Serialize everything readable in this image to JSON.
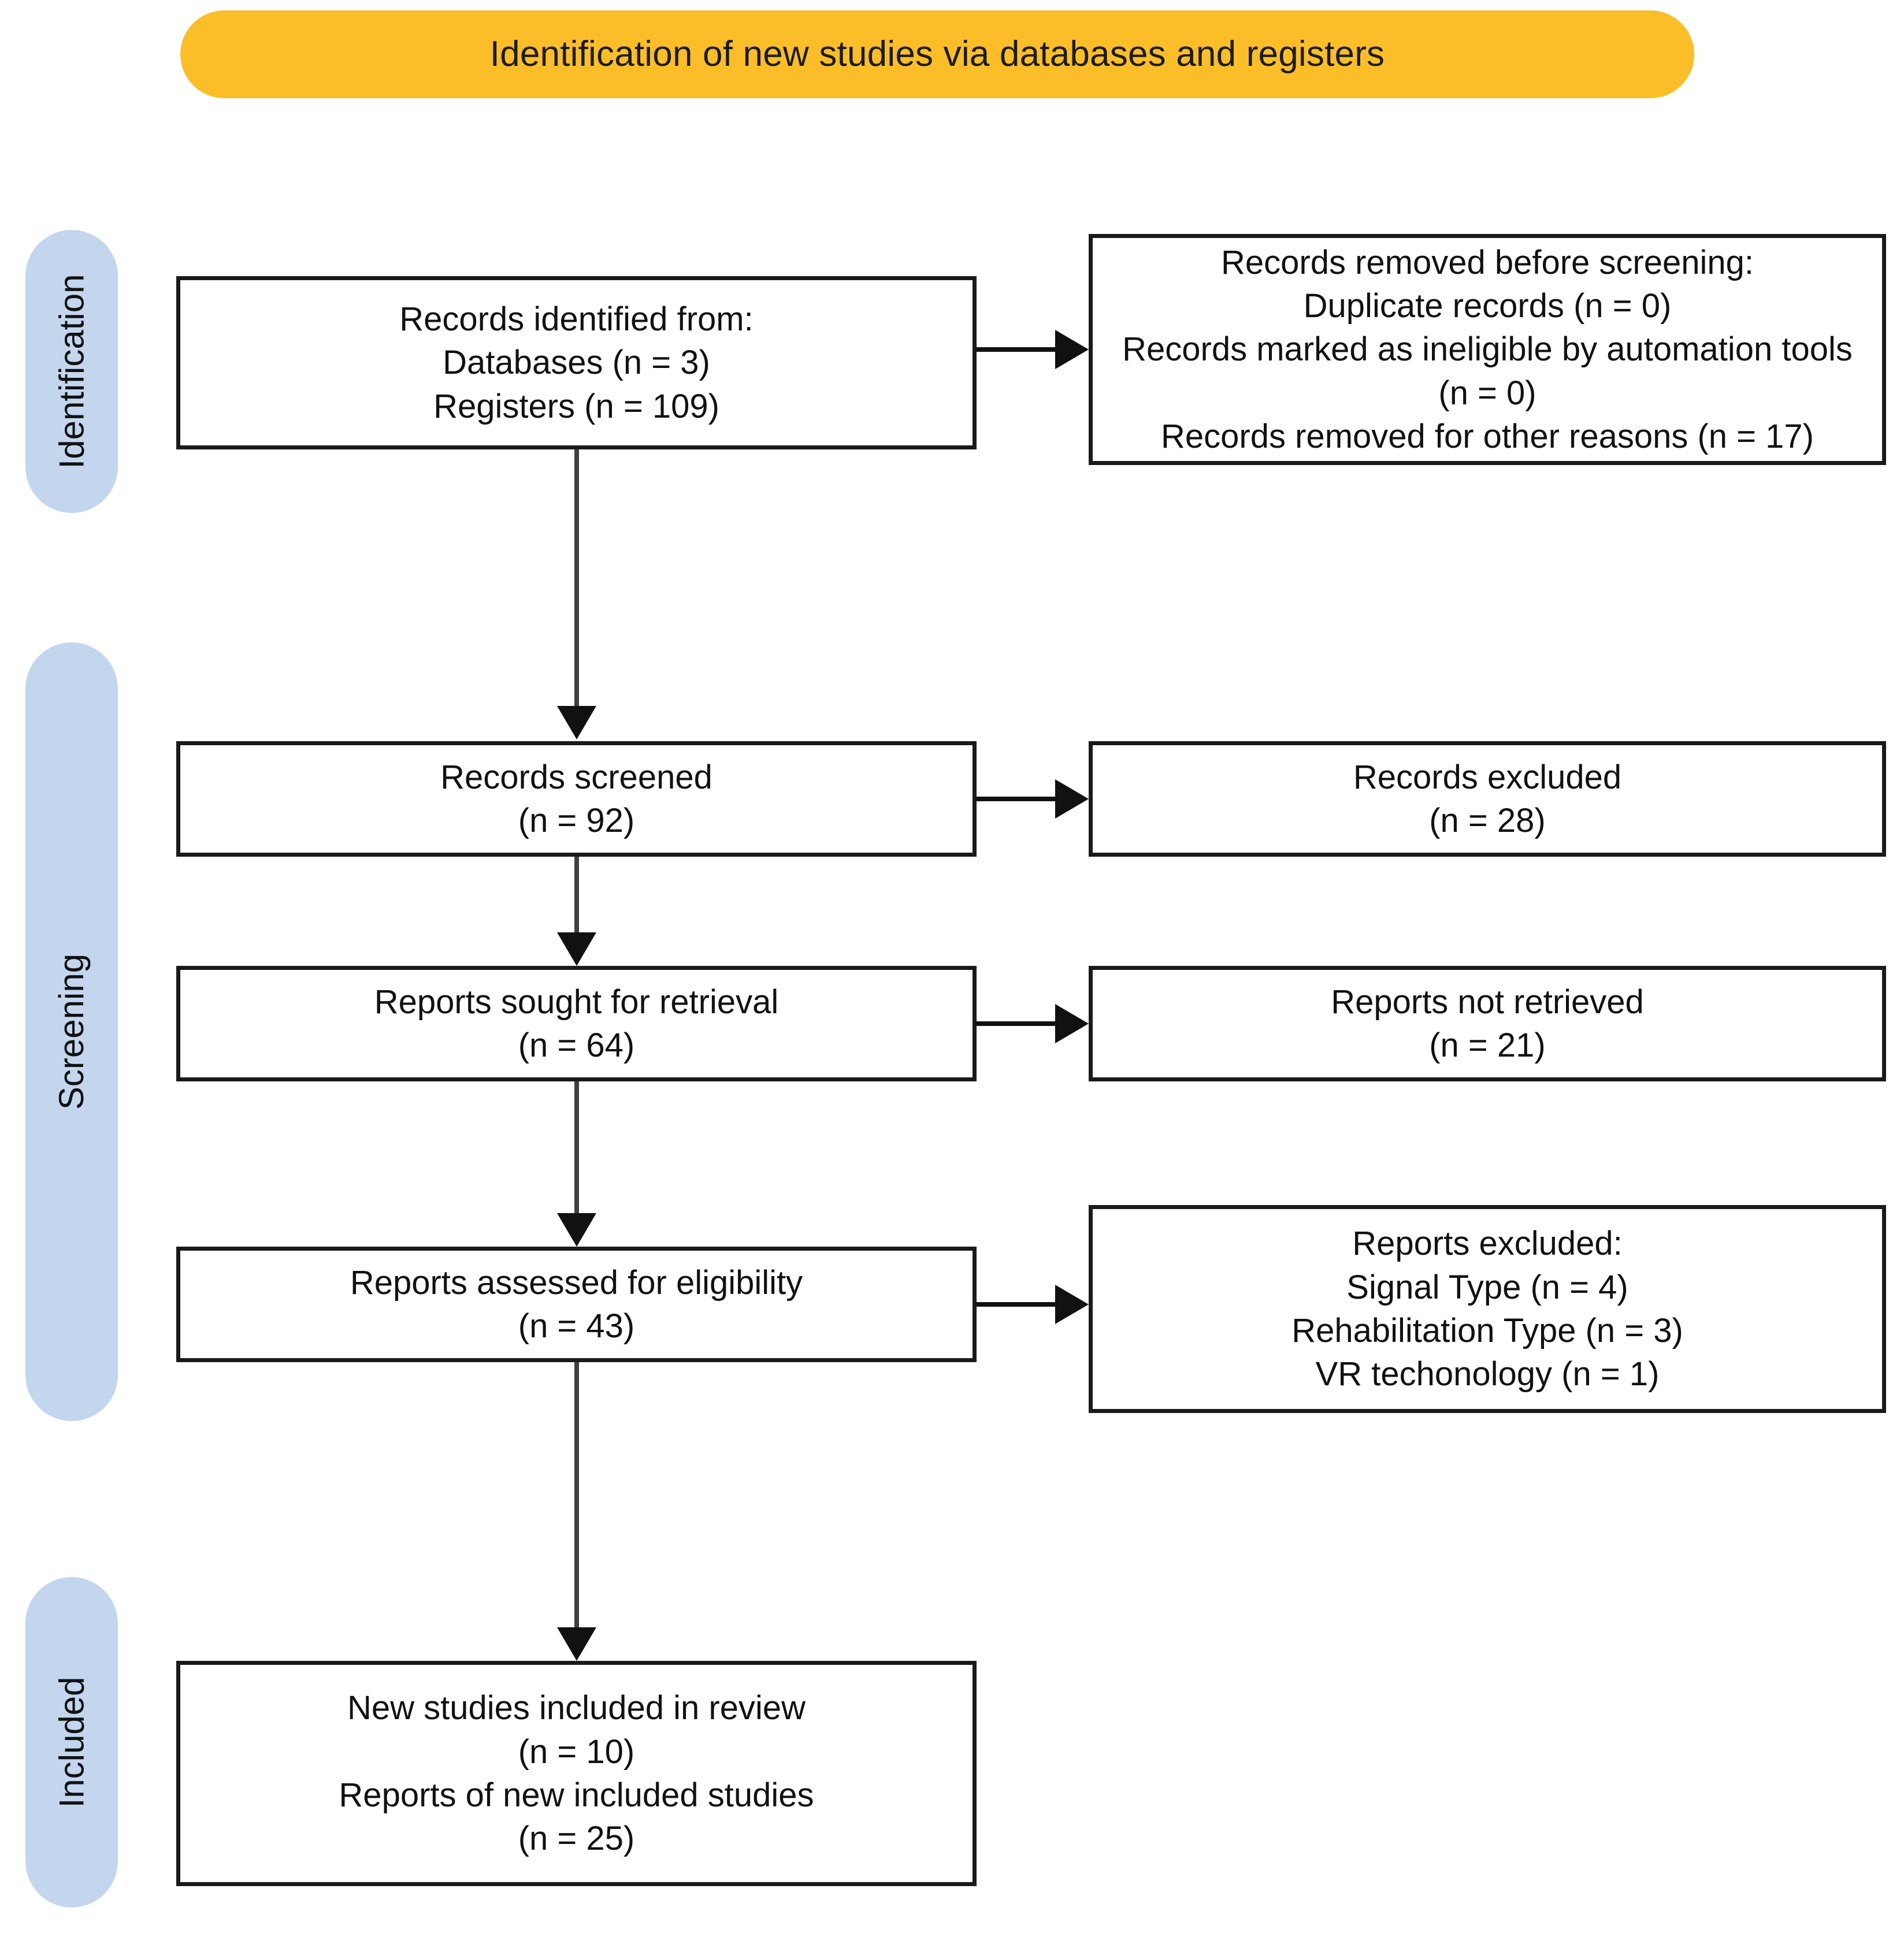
{
  "banner": {
    "title": "Identification of new studies via databases and registers",
    "color": "#FBBE28"
  },
  "stages": {
    "color": "#C3D6EE",
    "identification": "Identification",
    "screening": "Screening",
    "included": "Included"
  },
  "boxes": {
    "identified": "Records identified from:\nDatabases (n = 3)\nRegisters (n = 109)",
    "removed_before_screening": "Records removed before screening:\nDuplicate records (n = 0)\nRecords marked as ineligible by automation tools (n = 0)\nRecords removed for other reasons (n = 17)",
    "records_screened": "Records screened\n(n = 92)",
    "records_excluded": "Records excluded\n(n = 28)",
    "reports_sought": "Reports sought for retrieval\n(n = 64)",
    "reports_not_retrieved": "Reports not retrieved\n(n = 21)",
    "reports_assessed": "Reports assessed for eligibility\n(n = 43)",
    "reports_excluded": "Reports excluded:\nSignal Type (n =  4)\nRehabilitation Type (n =  3)\nVR techonology (n = 1)",
    "new_studies_included": "New studies included in review\n(n = 10)\nReports of new included studies\n(n = 25)"
  },
  "chart_data": {
    "type": "diagram",
    "title": "Identification of new studies via databases and registers",
    "nodes": [
      {
        "id": "identified",
        "stage": "Identification",
        "label": "Records identified from",
        "values": {
          "Databases": 3,
          "Registers": 109
        }
      },
      {
        "id": "removed_before_screening",
        "stage": "Identification",
        "label": "Records removed before screening",
        "values": {
          "Duplicate records": 0,
          "Records marked as ineligible by automation tools": 0,
          "Records removed for other reasons": 17
        }
      },
      {
        "id": "records_screened",
        "stage": "Screening",
        "label": "Records screened",
        "values": {
          "n": 92
        }
      },
      {
        "id": "records_excluded",
        "stage": "Screening",
        "label": "Records excluded",
        "values": {
          "n": 28
        }
      },
      {
        "id": "reports_sought",
        "stage": "Screening",
        "label": "Reports sought for retrieval",
        "values": {
          "n": 64
        }
      },
      {
        "id": "reports_not_retrieved",
        "stage": "Screening",
        "label": "Reports not retrieved",
        "values": {
          "n": 21
        }
      },
      {
        "id": "reports_assessed",
        "stage": "Screening",
        "label": "Reports assessed for eligibility",
        "values": {
          "n": 43
        }
      },
      {
        "id": "reports_excluded",
        "stage": "Screening",
        "label": "Reports excluded",
        "values": {
          "Signal Type": 4,
          "Rehabilitation Type": 3,
          "VR techonology": 1
        }
      },
      {
        "id": "new_studies_included",
        "stage": "Included",
        "label": "New studies included in review",
        "values": {
          "New studies included in review": 10,
          "Reports of new included studies": 25
        }
      }
    ],
    "edges": [
      {
        "from": "identified",
        "to": "removed_before_screening",
        "direction": "right"
      },
      {
        "from": "identified",
        "to": "records_screened",
        "direction": "down"
      },
      {
        "from": "records_screened",
        "to": "records_excluded",
        "direction": "right"
      },
      {
        "from": "records_screened",
        "to": "reports_sought",
        "direction": "down"
      },
      {
        "from": "reports_sought",
        "to": "reports_not_retrieved",
        "direction": "right"
      },
      {
        "from": "reports_sought",
        "to": "reports_assessed",
        "direction": "down"
      },
      {
        "from": "reports_assessed",
        "to": "reports_excluded",
        "direction": "right"
      },
      {
        "from": "reports_assessed",
        "to": "new_studies_included",
        "direction": "down"
      }
    ]
  }
}
